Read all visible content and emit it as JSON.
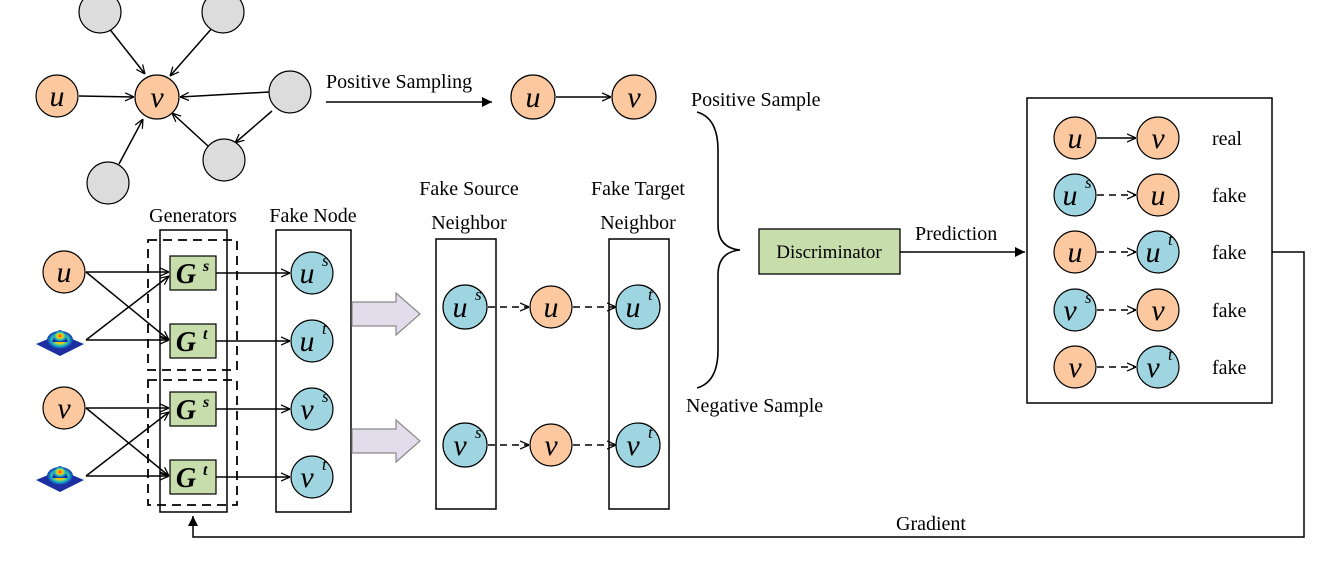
{
  "colors": {
    "orange_node": "#FBC8A0",
    "blue_node": "#9FD5E0",
    "gray_node": "#DCDCDC",
    "generator": "#C8DDAC",
    "arrow_fill": "#E3DCEA"
  },
  "graph": {
    "u": "u",
    "v": "v",
    "positive_sampling": "Positive Sampling"
  },
  "samples": {
    "positive": "Positive Sample",
    "negative": "Negative Sample"
  },
  "generator_section": {
    "generators_title": "Generators",
    "fake_node_title": "Fake Node",
    "g": "G",
    "s": "s",
    "t": "t"
  },
  "neighbor_section": {
    "source_title_1": "Fake Source",
    "source_title_2": "Neighbor",
    "target_title_1": "Fake Target",
    "target_title_2": "Neighbor"
  },
  "discriminator": {
    "label": "Discriminator",
    "prediction": "Prediction",
    "gradient": "Gradient"
  },
  "results": [
    "real",
    "fake",
    "fake",
    "fake",
    "fake"
  ],
  "icons": [
    "gaussian-noise-icon",
    "right-arrow-icon"
  ]
}
